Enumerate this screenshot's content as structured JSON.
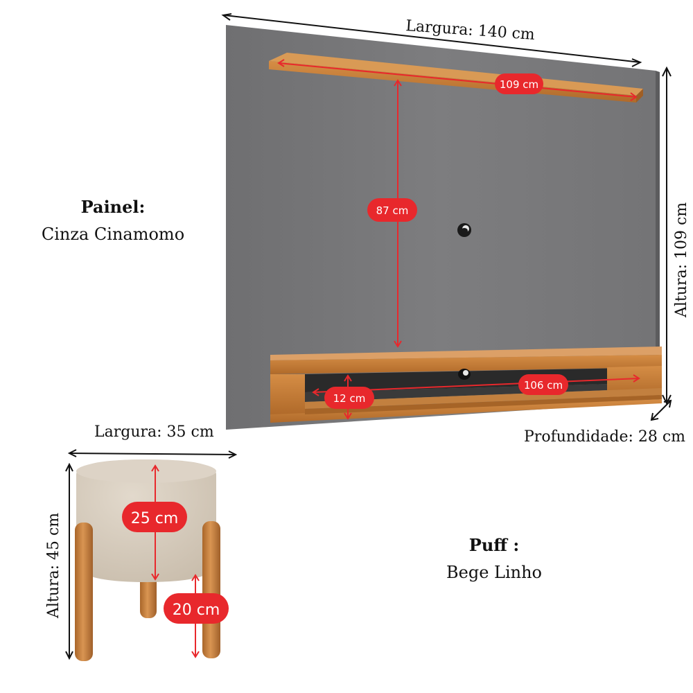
{
  "panel": {
    "heading": "Painel:",
    "color_name": "Cinza Cinamomo",
    "width_label": "Largura: 140 cm",
    "height_label": "Altura: 109 cm",
    "depth_label": "Profundidade: 28 cm",
    "top_shelf_width": "109 cm",
    "shelf_gap": "87 cm",
    "rack_inner_width": "106 cm",
    "rack_inner_height": "12 cm"
  },
  "puff": {
    "heading": "Puff :",
    "color_name": "Bege Linho",
    "width_label": "Largura: 35 cm",
    "height_label": "Altura: 45 cm",
    "seat_height": "25 cm",
    "leg_height": "20 cm"
  },
  "colors": {
    "panel_gray": "#7b7b7d",
    "wood": "#c07a38",
    "fabric": "#d8cec0",
    "badge_red": "#e8282c"
  }
}
